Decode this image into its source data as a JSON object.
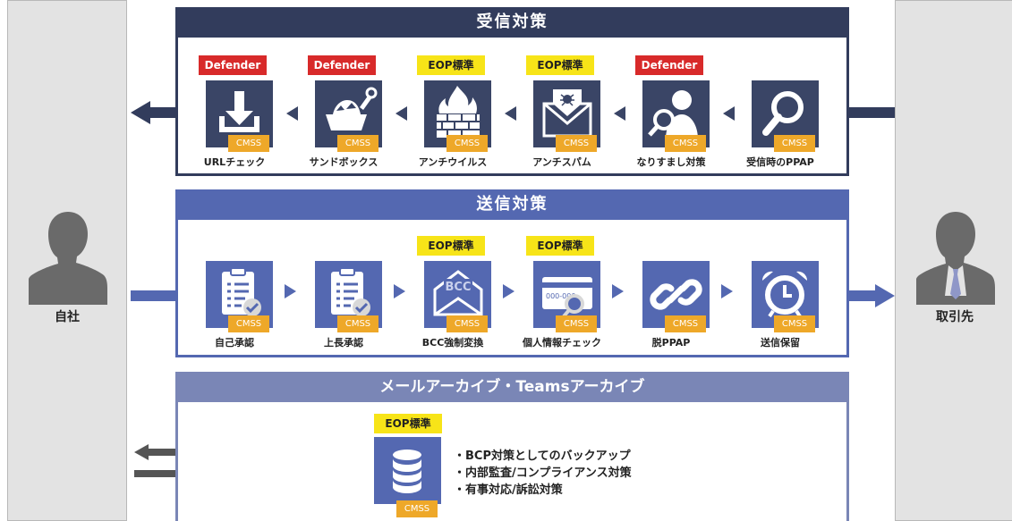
{
  "left_party": {
    "label": "自社"
  },
  "right_party": {
    "label": "取引先"
  },
  "receive": {
    "title": "受信対策",
    "items": [
      {
        "badge": "Defender",
        "badge_type": "defender",
        "icon": "download-icon",
        "cmss": "CMSS",
        "label": "URLチェック"
      },
      {
        "badge": "Defender",
        "badge_type": "defender",
        "icon": "sandbox-icon",
        "cmss": "CMSS",
        "label": "サンドボックス"
      },
      {
        "badge": "EOP標準",
        "badge_type": "eop",
        "icon": "firewall-icon",
        "cmss": "CMSS",
        "label": "アンチウイルス"
      },
      {
        "badge": "EOP標準",
        "badge_type": "eop",
        "icon": "spam-mail-icon",
        "cmss": "CMSS",
        "label": "アンチスパム"
      },
      {
        "badge": "Defender",
        "badge_type": "defender",
        "icon": "impersonation-icon",
        "cmss": "CMSS",
        "label": "なりすまし対策"
      },
      {
        "badge": "",
        "badge_type": "",
        "icon": "magnifier-icon",
        "cmss": "CMSS",
        "label": "受信時のPPAP"
      }
    ]
  },
  "send": {
    "title": "送信対策",
    "items": [
      {
        "badge": "",
        "badge_type": "",
        "icon": "clipboard-check-icon",
        "cmss": "CMSS",
        "label": "自己承認"
      },
      {
        "badge": "",
        "badge_type": "",
        "icon": "clipboard-check-icon",
        "cmss": "CMSS",
        "label": "上長承認"
      },
      {
        "badge": "EOP標準",
        "badge_type": "eop",
        "icon": "bcc-envelope-icon",
        "cmss": "CMSS",
        "label": "BCC強制変換"
      },
      {
        "badge": "EOP標準",
        "badge_type": "eop",
        "icon": "credit-card-icon",
        "cmss": "CMSS",
        "label": "個人情報チェック"
      },
      {
        "badge": "",
        "badge_type": "",
        "icon": "chain-link-icon",
        "cmss": "CMSS",
        "label": "脱PPAP"
      },
      {
        "badge": "",
        "badge_type": "",
        "icon": "alarm-clock-icon",
        "cmss": "CMSS",
        "label": "送信保留"
      }
    ]
  },
  "archive": {
    "title": "メールアーカイブ・Teamsアーカイブ",
    "badge": "EOP標準",
    "cmss": "CMSS",
    "icon": "database-icon",
    "bullets": [
      "・BCP対策としてのバックアップ",
      "・内部監査/コンプライアンス対策",
      "・有事対応/訴訟対策"
    ],
    "card_number": "000-000"
  },
  "colors": {
    "receive": "#323c5c",
    "send": "#5468b1",
    "archive": "#7a86b6",
    "defender": "#d82a2a",
    "eop": "#f7e418",
    "cmss": "#eea829"
  }
}
